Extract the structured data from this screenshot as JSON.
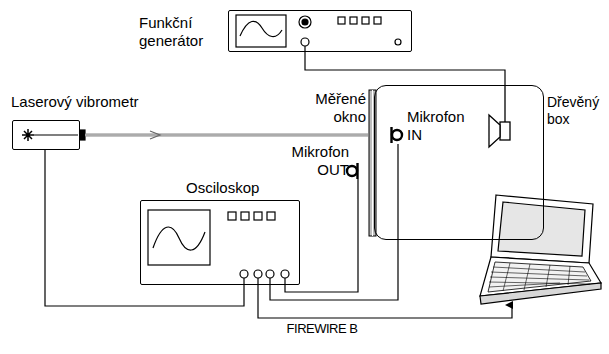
{
  "diagram": {
    "nodes": [
      {
        "text": [
          "Funkční generátor"
        ]
      },
      {
        "text": [
          "Laserový vibrometr"
        ]
      },
      {
        "text": [
          "Dřevěný box"
        ]
      },
      {
        "text": [
          "Mikrofon IN"
        ],
        "in": 2
      },
      {
        "text": [
          "Mikrofon OUT"
        ]
      },
      {
        "text": [
          "Osciloskop"
        ]
      }
    ],
    "edges": [
      {
        "from": 0,
        "to": 2,
        "arrow": "none"
      },
      {
        "from": 1,
        "to": 5,
        "arrow": "none"
      },
      {
        "from": 4,
        "to": 5,
        "arrow": "none"
      },
      {
        "from": 3,
        "to": 5,
        "arrow": "none"
      }
    ],
    "labels": [
      "Měřené okno",
      "FIREWIRE B"
    ]
  }
}
